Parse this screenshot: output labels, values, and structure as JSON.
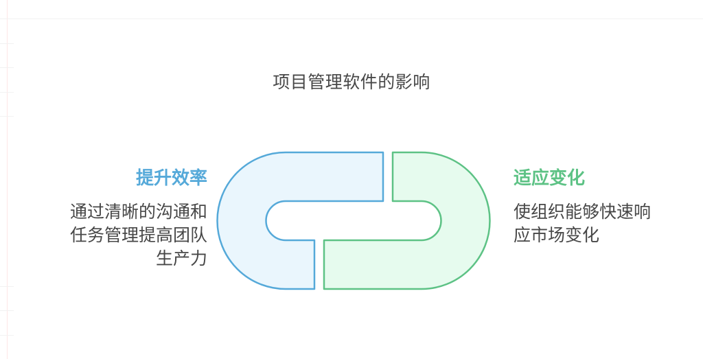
{
  "title": "项目管理软件的影响",
  "left": {
    "heading": "提升效率",
    "description": "通过清晰的沟通和\n任务管理提高团队\n生产力",
    "color": "#55a9d9",
    "fill": "#eaf6fd"
  },
  "right": {
    "heading": "适应变化",
    "description": "使组织能够快速响\n应市场变化",
    "color": "#5dc285",
    "fill": "#e6fbee"
  },
  "icon": "chain-link-icon"
}
